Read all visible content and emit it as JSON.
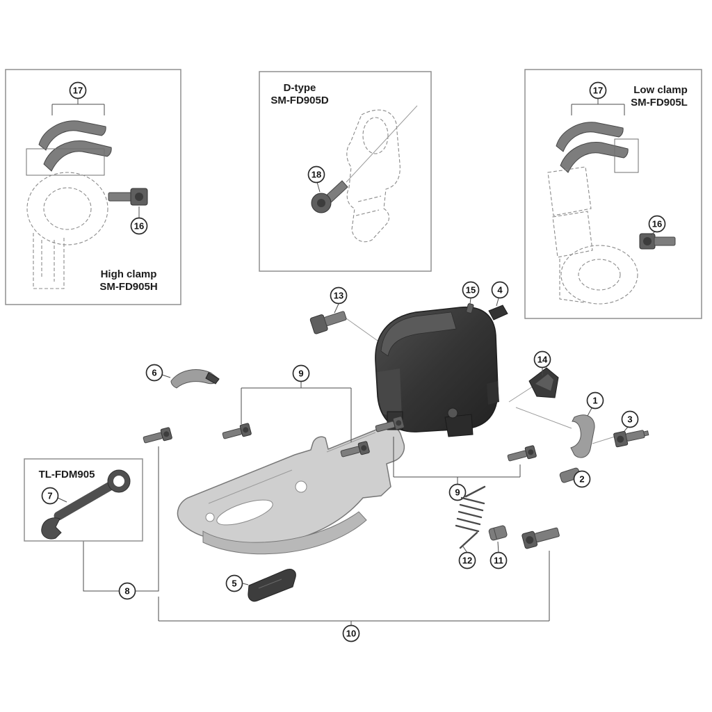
{
  "boxes": {
    "high_clamp": {
      "line1": "High clamp",
      "line2": "SM-FD905H"
    },
    "d_type": {
      "line1": "D-type",
      "line2": "SM-FD905D"
    },
    "low_clamp": {
      "line1": "Low clamp",
      "line2": "SM-FD905L"
    },
    "tool": {
      "label": "TL-FDM905"
    }
  },
  "callouts": {
    "c1": "1",
    "c2": "2",
    "c3": "3",
    "c4": "4",
    "c5": "5",
    "c6": "6",
    "c7": "7",
    "c8": "8",
    "c9": "9",
    "c10": "10",
    "c11": "11",
    "c12": "12",
    "c13": "13",
    "c14": "14",
    "c15": "15",
    "c16": "16",
    "c17": "17",
    "c18": "18"
  },
  "colors": {
    "background": "#ffffff",
    "line": "#4a4a4a",
    "part_dark": "#333333",
    "part_mid": "#7d7d7d",
    "cage": "#cfcfcf"
  }
}
